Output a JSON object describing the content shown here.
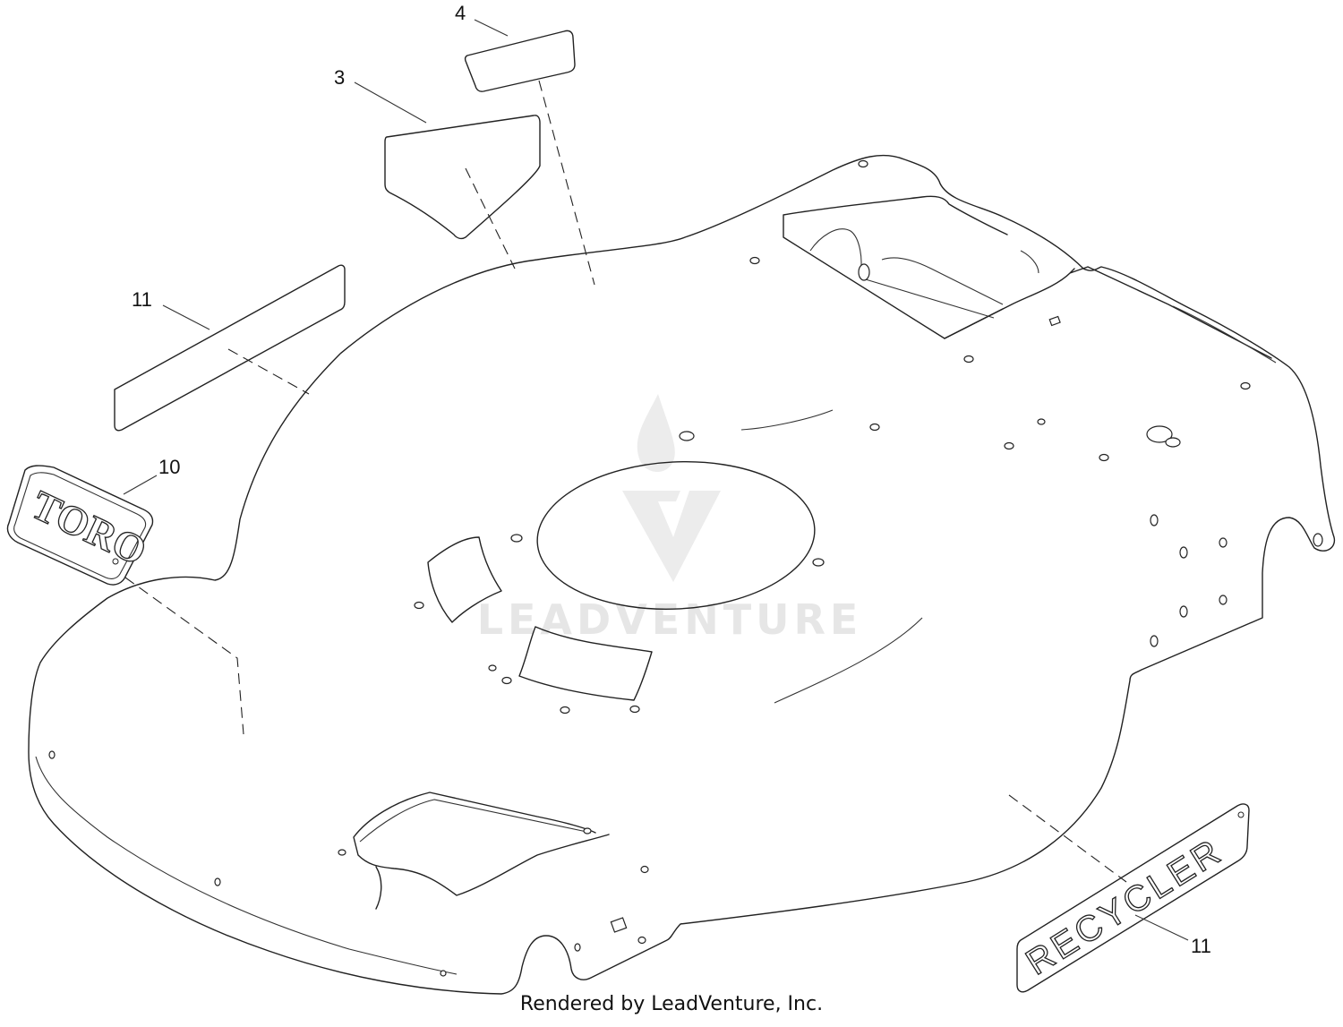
{
  "callouts": [
    {
      "id": "callout-4",
      "text": "4"
    },
    {
      "id": "callout-3",
      "text": "3"
    },
    {
      "id": "callout-11-top",
      "text": "11"
    },
    {
      "id": "callout-10",
      "text": "10"
    },
    {
      "id": "callout-11-bottom",
      "text": "11"
    }
  ],
  "decals": {
    "toro": "TORO",
    "recycler": "RECYCLER"
  },
  "watermark": "LEADVENTURE",
  "footer": "Rendered by LeadVenture, Inc."
}
